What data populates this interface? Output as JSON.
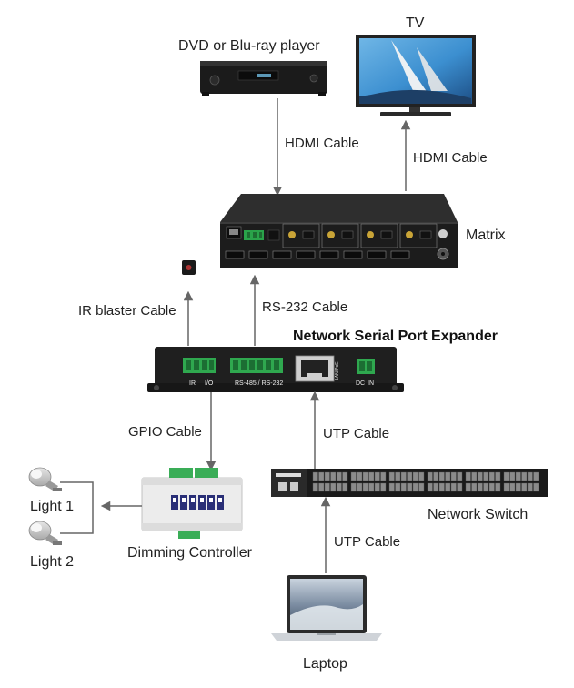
{
  "devices": {
    "dvd": "DVD or Blu-ray player",
    "tv": "TV",
    "matrix": "Matrix",
    "expander": "Network Serial Port Expander",
    "switch": "Network Switch",
    "dimming": "Dimming Controller",
    "light1": "Light 1",
    "light2": "Light 2",
    "laptop": "Laptop"
  },
  "cables": {
    "hdmi_left": "HDMI Cable",
    "hdmi_right": "HDMI Cable",
    "ir": "IR blaster Cable",
    "rs232": "RS-232 Cable",
    "gpio": "GPIO Cable",
    "utp_top": "UTP Cable",
    "utp_bottom": "UTP Cable"
  },
  "expander_ports": {
    "ir": "IR",
    "io": "I/O",
    "rs": "RS-485 / RS-232",
    "lan": "LAN/PoE",
    "dc": "DC",
    "in": "IN"
  }
}
